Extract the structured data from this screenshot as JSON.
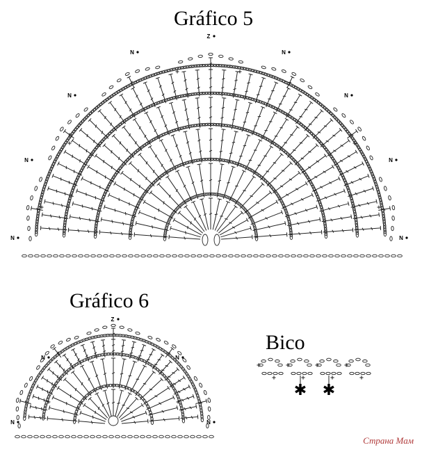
{
  "titles": {
    "chart5": "Gráfico 5",
    "chart6": "Gráfico 6",
    "bico": "Bico"
  },
  "labels": {
    "marker": "N",
    "top_marker": "Z",
    "asterisk": "✱"
  },
  "watermark": "Страна Мам",
  "colors": {
    "ink": "#222222",
    "watermark": "#b03a3a"
  }
}
